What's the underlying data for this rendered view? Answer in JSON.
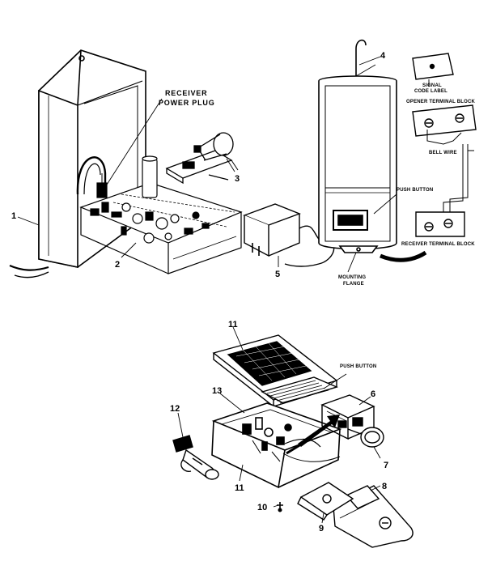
{
  "labels": {
    "receiver_power_plug_line1": "RECEIVER",
    "receiver_power_plug_line2": "POWER PLUG",
    "signal_code_label_line1": "SIGNAL",
    "signal_code_label_line2": "CODE LABEL",
    "opener_terminal_block": "OPENER TERMINAL BLOCK",
    "bell_wire": "BELL WIRE",
    "push_button_upper": "PUSH BUTTON",
    "receiver_terminal_block": "RECEIVER TERMINAL BLOCK",
    "mounting_flange_line1": "MOUNTING",
    "mounting_flange_line2": "FLANGE",
    "push_button_lower": "PUSH BUTTON"
  },
  "callouts": {
    "c1": "1",
    "c2": "2",
    "c3": "3",
    "c4": "4",
    "c5": "5",
    "c6": "6",
    "c7": "7",
    "c8": "8",
    "c9": "9",
    "c10": "10",
    "c11_top": "11",
    "c11_side": "11",
    "c12": "12",
    "c13": "13"
  }
}
